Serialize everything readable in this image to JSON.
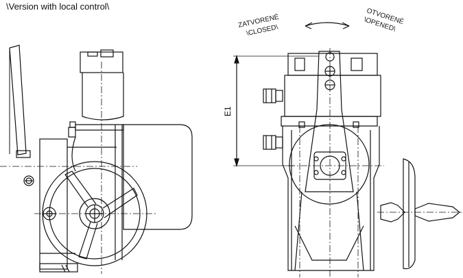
{
  "caption": "\\Version with local control\\",
  "labels": {
    "closed_cz": "ZATVORENÉ",
    "closed_en": "\\CLOSED\\",
    "opened_cz": "OTVORENÉ",
    "opened_en": "\\OPENED\\",
    "dimension": "E1"
  },
  "colors": {
    "line": "#111111",
    "background": "#ffffff"
  }
}
